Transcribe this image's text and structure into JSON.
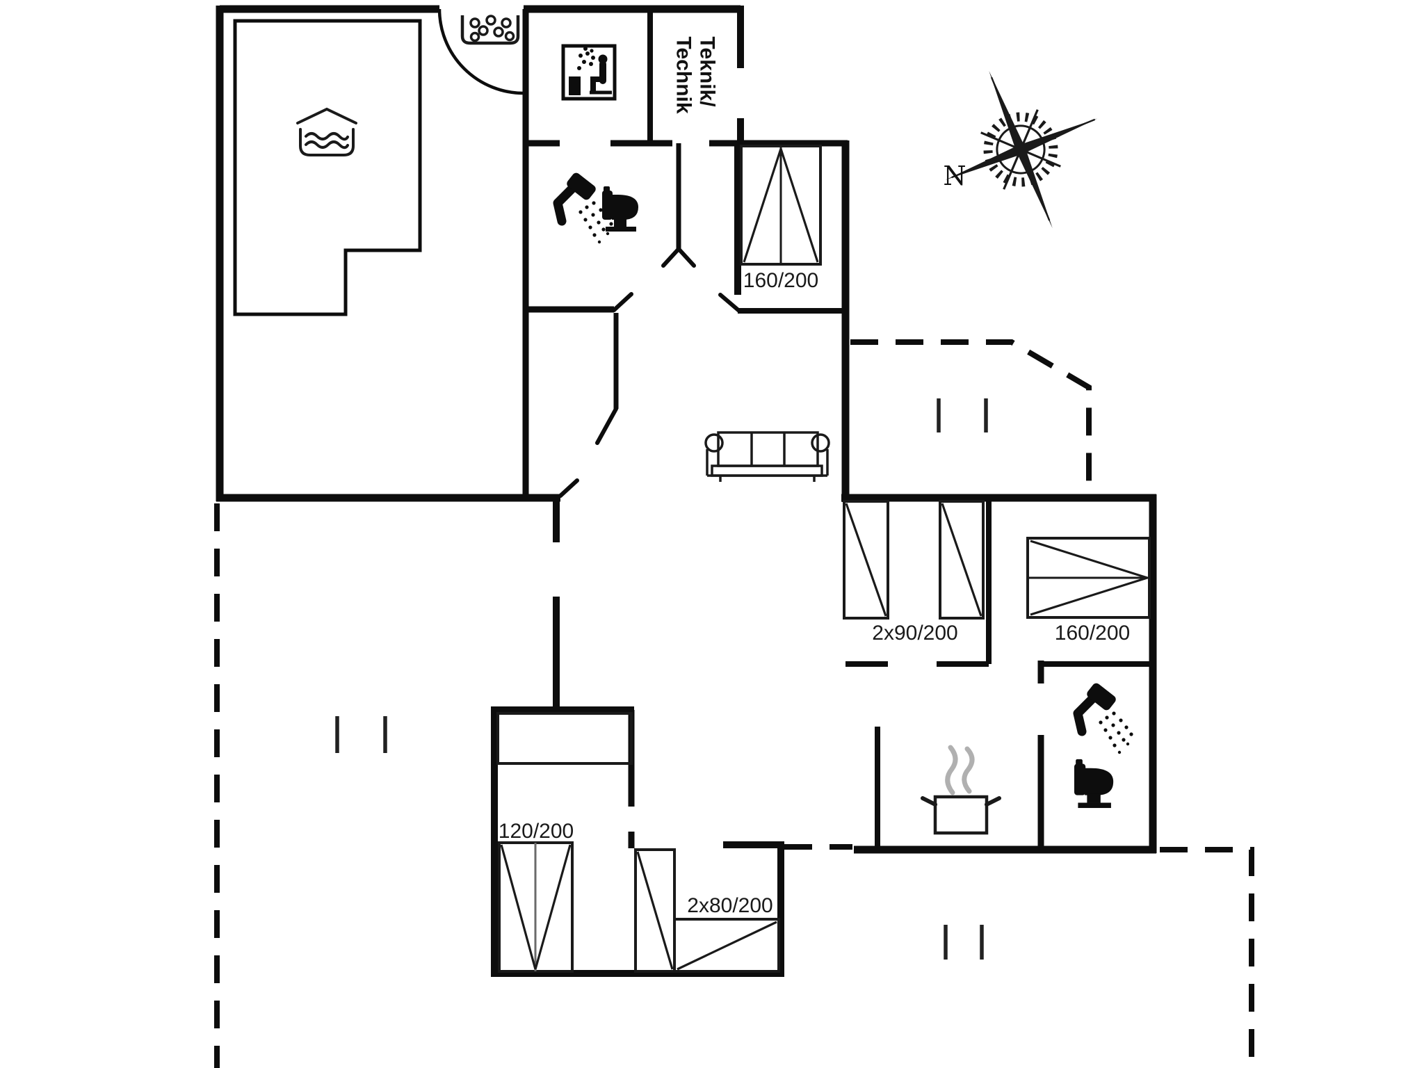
{
  "document": {
    "type": "vacation-house floor plan drawing",
    "background_color": "#ffffff",
    "wall_color": "#0d0d0d",
    "steam_color": "#b0b0b0",
    "text_color": "#1a1a1a"
  },
  "technical_room": {
    "label_line1": "Teknik/",
    "label_line2": "Technik"
  },
  "compass": {
    "north_label": "N"
  },
  "bed_labels": {
    "top_bedroom_double": "160/200",
    "east_bedroom_singles": "2x90/200",
    "east_bedroom_double": "160/200",
    "south_bedroom_single": "120/200",
    "south_bedroom_bunks": "2x80/200"
  },
  "icons": {
    "pool": "swimming-pool-icon",
    "whirlpool": "whirlpool-bubbles-icon",
    "sauna": "sauna-person-icon",
    "shower": "shower-head-icon",
    "toilet": "toilet-icon",
    "sofa": "sofa-icon",
    "cooking": "steaming-pot-icon",
    "compass": "compass-rose-icon",
    "door": "door-swing-arc-icon",
    "terrace": "dashed-terrace-line"
  }
}
